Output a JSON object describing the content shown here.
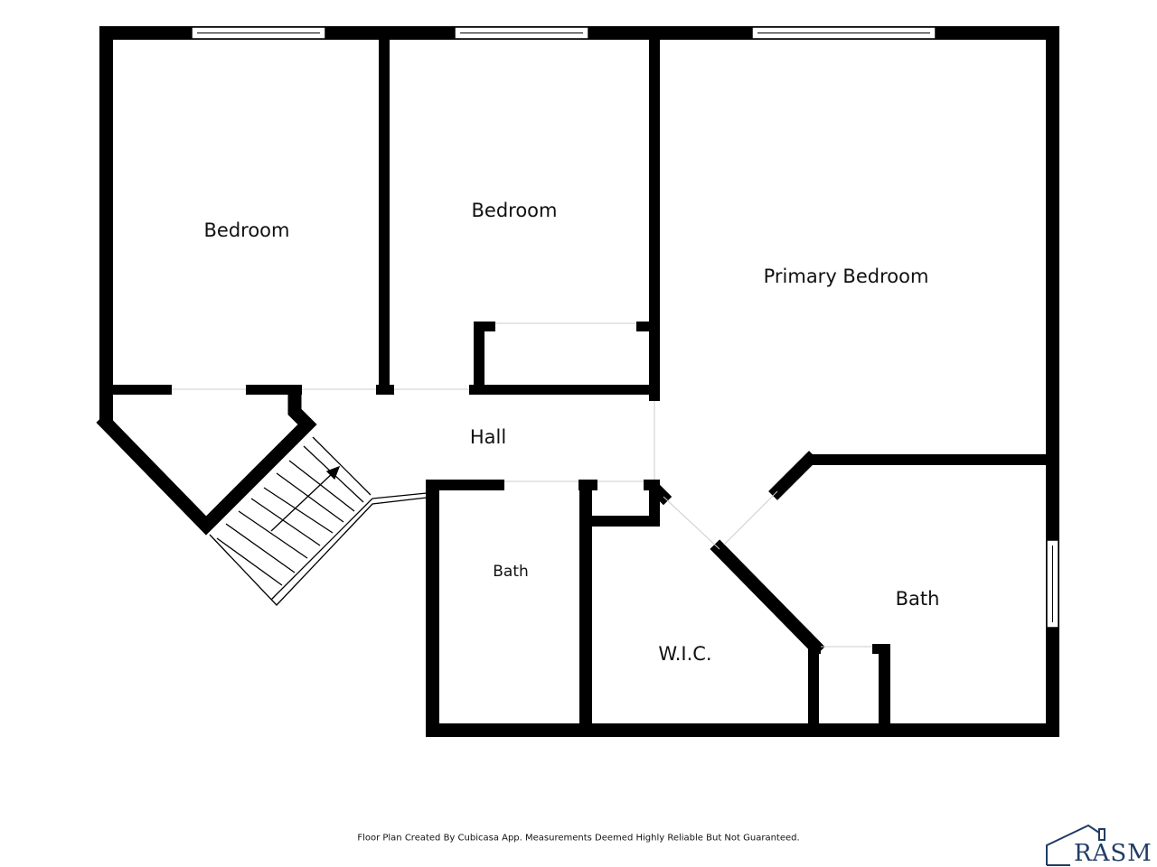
{
  "rooms": {
    "bedroom_left": "Bedroom",
    "bedroom_middle": "Bedroom",
    "primary_bedroom": "Primary Bedroom",
    "hall": "Hall",
    "bath_left": "Bath",
    "wic": "W.I.C.",
    "bath_right": "Bath"
  },
  "footer": {
    "note": "Floor Plan Created By Cubicasa App. Measurements Deemed Highly Reliable But Not Guaranteed."
  },
  "logo": {
    "text": "RASM",
    "color": "#1f3c66"
  },
  "colors": {
    "wall": "#000000",
    "background": "#ffffff"
  }
}
